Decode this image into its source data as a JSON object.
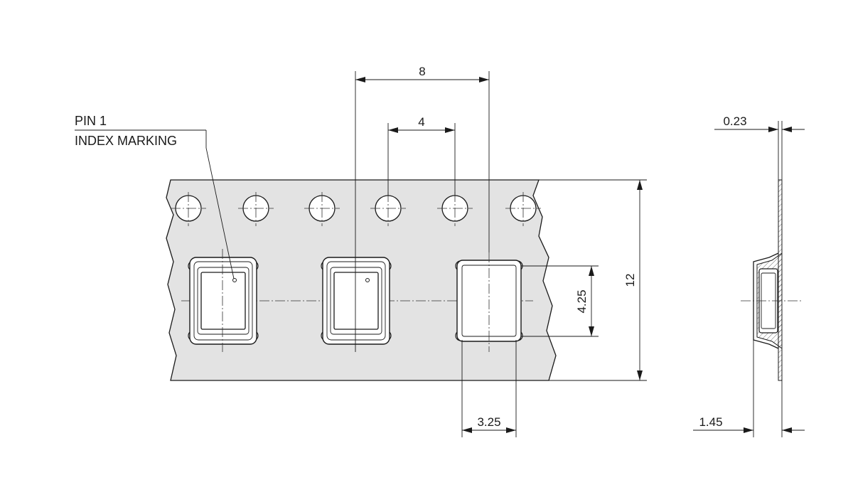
{
  "callout": {
    "line1": "PIN 1",
    "line2": "INDEX MARKING"
  },
  "dimensions": {
    "pocket_pitch": "8",
    "hole_pitch": "4",
    "tape_width": "12",
    "pocket_height": "4.25",
    "pocket_width": "3.25",
    "tape_thickness": "0.23",
    "pocket_depth": "1.45"
  }
}
